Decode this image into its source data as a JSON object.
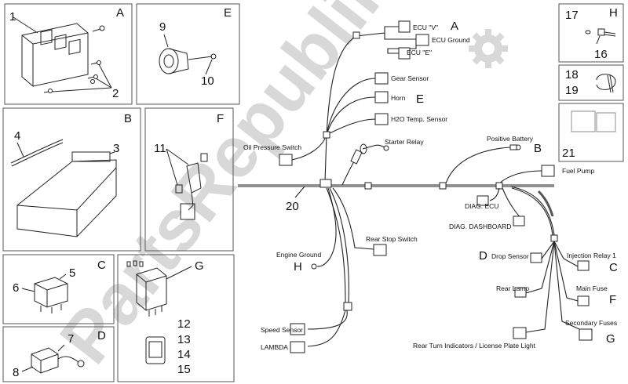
{
  "watermark": "PartsRepublik",
  "panels": {
    "A": {
      "letter": "A",
      "numbers": [
        "1",
        "2"
      ]
    },
    "E": {
      "letter": "E",
      "numbers": [
        "9",
        "10"
      ]
    },
    "H": {
      "letter": "H",
      "numbers": [
        "17",
        "16"
      ]
    },
    "p18": {
      "numbers": [
        "18",
        "19"
      ]
    },
    "p21": {
      "numbers": [
        "21"
      ]
    },
    "B": {
      "letter": "B",
      "numbers": [
        "4",
        "3"
      ]
    },
    "F": {
      "letter": "F",
      "numbers": [
        "11"
      ]
    },
    "C": {
      "letter": "C",
      "numbers": [
        "5",
        "6"
      ]
    },
    "D": {
      "letter": "D",
      "numbers": [
        "7",
        "8"
      ]
    },
    "G": {
      "letter": "G",
      "numbers": [
        "12",
        "13",
        "14",
        "15"
      ]
    }
  },
  "schematic": {
    "num20": "20",
    "ecu_v": "ECU \"V\"",
    "ecu_ground": "ECU Ground",
    "ecu_e": "ECU \"E\"",
    "letter_a": "A",
    "gear_sensor": "Gear Sensor",
    "horn": "Horn",
    "letter_e": "E",
    "h2o": "H2O Temp. Sensor",
    "oil_pressure": "Oil Pressure Switch",
    "starter_relay": "Starter Relay",
    "positive_battery": "Positive Battery",
    "letter_b": "B",
    "fuel_pump": "Fuel Pump",
    "diag_ecu": "DIAG. ECU",
    "diag_dash": "DIAG. DASHBOARD",
    "rear_stop": "Rear Stop Switch",
    "engine_ground": "Engine Ground",
    "letter_h": "H",
    "letter_d": "D",
    "drop_sensor": "Drop Sensor",
    "injection_relay": "Injection Relay 1",
    "letter_c": "C",
    "main_fuse": "Main Fuse",
    "letter_f": "F",
    "rear_lamp": "Rear Lamp",
    "secondary_fuses": "Secondary Fuses",
    "letter_g": "G",
    "speed_sensor": "Speed Sensor",
    "lambda": "LAMBDA",
    "rear_turn": "Rear Turn Indicators / License Plate Light"
  },
  "icons": {
    "logo": "gear-logo-icon"
  }
}
